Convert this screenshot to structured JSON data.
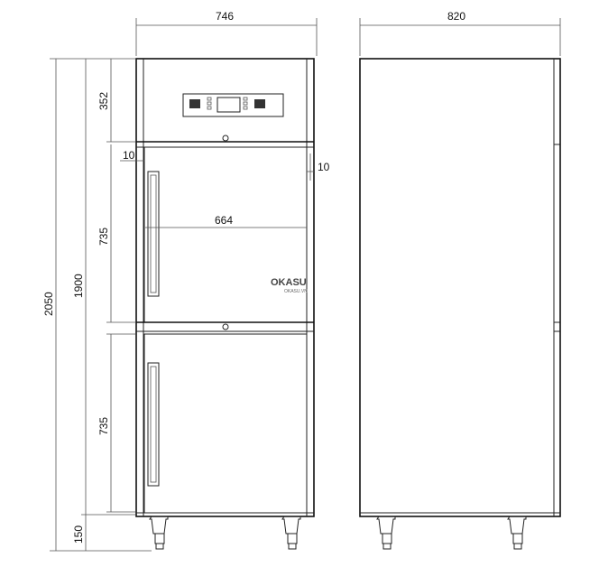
{
  "dimensions": {
    "front_width": "746",
    "side_depth": "820",
    "total_height": "2050",
    "body_height": "1900",
    "panel_height": "352",
    "upper_door_height": "735",
    "lower_door_height": "735",
    "leg_height": "150",
    "inner_width": "664",
    "left_gap": "10",
    "right_gap": "10"
  },
  "watermark": {
    "text": "OKASU",
    "subtitle": "OKASU.VN"
  },
  "colors": {
    "line": "#222222",
    "background": "#ffffff"
  }
}
